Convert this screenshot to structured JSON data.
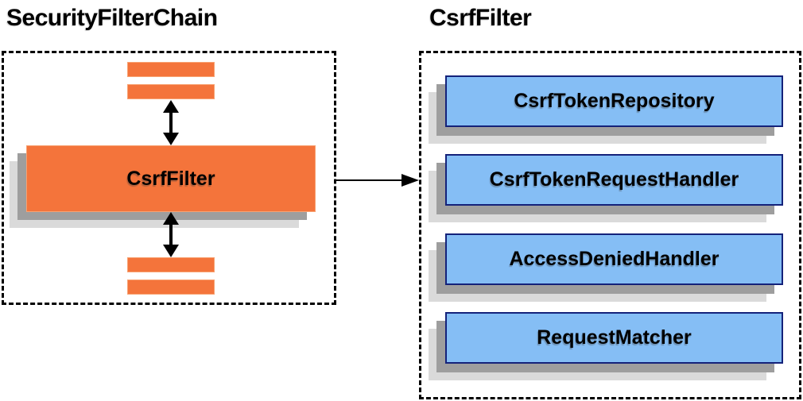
{
  "left_panel": {
    "title": "SecurityFilterChain",
    "csrf_filter_label": "CsrfFilter",
    "placeholder_filter_bars": 4
  },
  "right_panel": {
    "title": "CsrfFilter",
    "components": [
      "CsrfTokenRepository",
      "CsrfTokenRequestHandler",
      "AccessDeniedHandler",
      "RequestMatcher"
    ]
  },
  "arrows": {
    "vertical_bidirectional_count": 2,
    "horizontal_link": "SecurityFilterChain CsrfFilter -> CsrfFilter components"
  },
  "colors": {
    "orange_fill": "#F4743B",
    "orange_border": "#F8A272",
    "blue_fill": "#85BEF5",
    "blue_border": "#14227A",
    "shadow_dark": "#9E9E9E",
    "shadow_light": "#DADADA",
    "arrow": "#000000",
    "text": "#000000",
    "background": "#FFFFFF"
  }
}
